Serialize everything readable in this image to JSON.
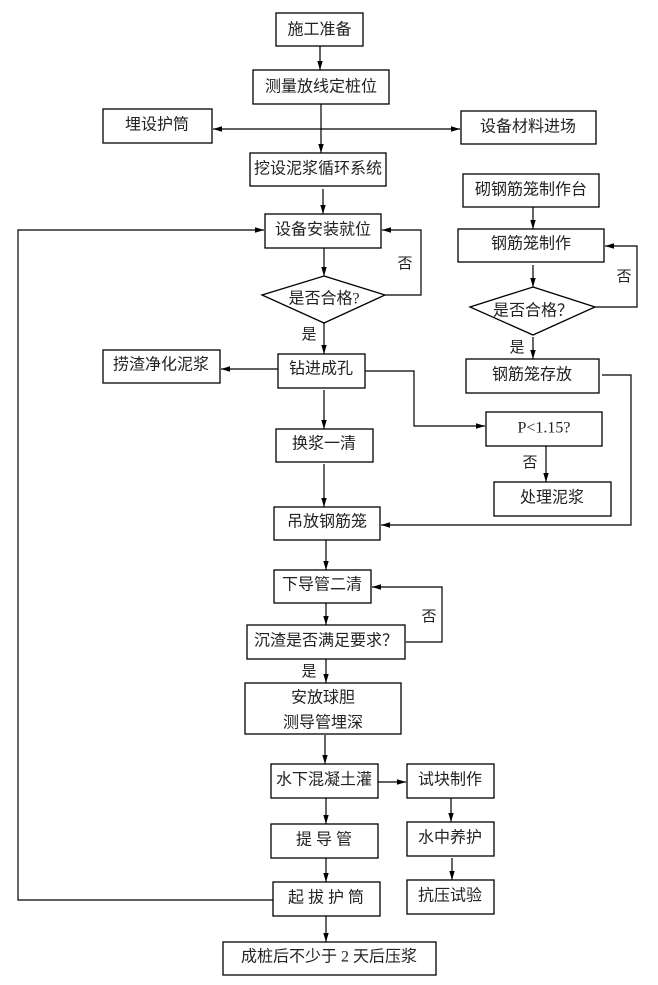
{
  "nodes": {
    "prep": "施工准备",
    "survey": "测量放线定桩位",
    "casing": "埋设护筒",
    "equip_in": "设备材料进场",
    "slurry_sys": "挖设泥浆循环系统",
    "cage_table": "砌钢筋笼制作台",
    "equip_install": "设备安装就位",
    "cage_make": "钢筋笼制作",
    "check1": "是否合格?",
    "check2": "是否合格？",
    "drill": "钻进成孔",
    "clean_slurry": "捞渣净化泥浆",
    "cage_store": "钢筋笼存放",
    "p_check": "P<1.15?",
    "first_clean": "换浆一清",
    "treat_slurry": "处理泥浆",
    "lift_cage": "吊放钢筋笼",
    "second_clean": "下导管二清",
    "sediment_check": "沉渣是否满足要求？",
    "ball_line1": "安放球胆",
    "ball_line2": "测导管埋深",
    "pour": "水下混凝土灌",
    "sample": "试块制作",
    "lift_pipe": "提 导 管",
    "cure": "水中养护",
    "pull_casing": "起 拔 护 筒",
    "compress_test": "抗压试验",
    "grout": "成桩后不少于 2 天后压浆"
  },
  "labels": {
    "yes": "是",
    "no": "否"
  }
}
